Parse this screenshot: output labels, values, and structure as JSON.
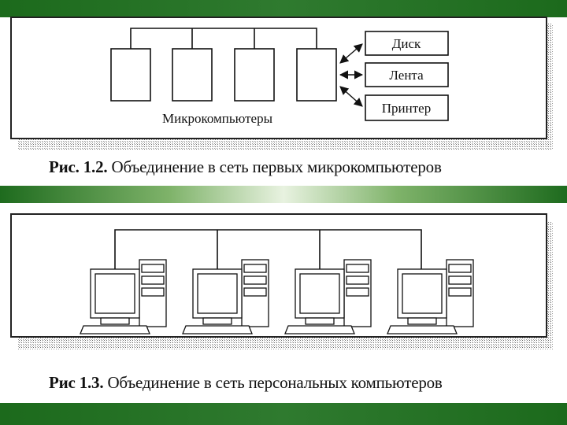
{
  "figure1": {
    "devices": [
      "Диск",
      "Лента",
      "Принтер"
    ],
    "group_label": "Микрокомпьютеры",
    "caption_num": "Рис. 1.2.",
    "caption_text": "Объединение в сеть первых микрокомпьютеров"
  },
  "figure2": {
    "caption_num": "Рис 1.3.",
    "caption_text": "Объединение в сеть персональных компьютеров"
  },
  "colors": {
    "band_dark": "#1c6a1c",
    "band_light": "#e8f2e0",
    "line": "#111111"
  }
}
